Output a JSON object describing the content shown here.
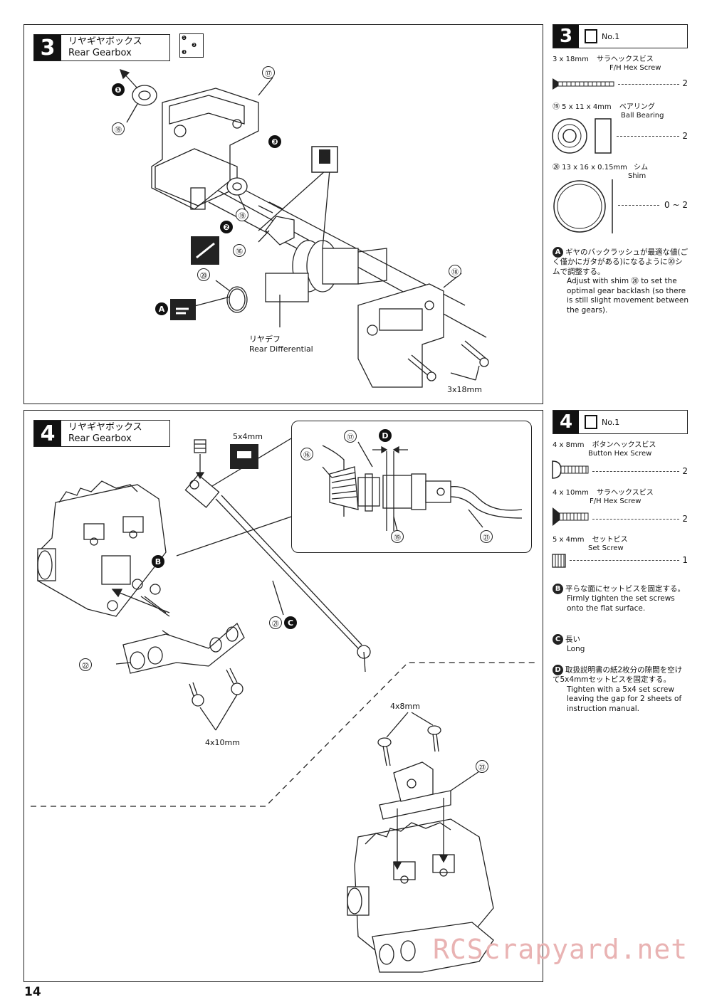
{
  "page_number": "14",
  "watermark": "RCScrapyard.net",
  "step3": {
    "number": "3",
    "title_jp": "リヤギヤボックス",
    "title_en": "Rear Gearbox",
    "sequence_badges": [
      "❶",
      "❷",
      "❸"
    ],
    "callouts": {
      "p17": "⑰",
      "p19a": "⑲",
      "p19b": "⑲",
      "p16": "⑯",
      "p20": "⑳",
      "p18": "⑱",
      "seq1": "❶",
      "seq2": "❷",
      "seq3": "❸",
      "noteA": "A"
    },
    "labels": {
      "rear_diff_jp": "リヤデフ",
      "rear_diff_en": "Rear Differential",
      "screw": "3x18mm"
    }
  },
  "step3_parts": {
    "number": "3",
    "bag": "No.1",
    "items": [
      {
        "size": "3 x 18mm",
        "name_jp": "サラヘックスビス",
        "name_en": "F/H Hex Screw",
        "qty": "2"
      },
      {
        "size": "⑲ 5 x 11 x 4mm",
        "name_jp": "ベアリング",
        "name_en": "Ball Bearing",
        "qty": "2"
      },
      {
        "size": "⑳ 13 x 16 x 0.15mm",
        "name_jp": "シム",
        "name_en": "Shim",
        "qty": "0 ~ 2"
      }
    ],
    "note_A": {
      "badge": "A",
      "jp": "ギヤのバックラッシュが最適な値(ごく僅かにガタがある)になるように⑳シムで調整する。",
      "en": "Adjust with shim ⑳ to set the optimal gear backlash (so there is still slight movement between the gears)."
    }
  },
  "step4": {
    "number": "4",
    "title_jp": "リヤギヤボックス",
    "title_en": "Rear Gearbox",
    "callouts": {
      "p16": "⑯",
      "p17": "⑰",
      "p19": "⑲",
      "p21a": "㉑",
      "p21b": "㉑",
      "p22": "㉒",
      "p23": "㉓",
      "noteB": "B",
      "noteC": "C",
      "noteD": "D"
    },
    "labels": {
      "setscrew": "5x4mm",
      "screw_4x10": "4x10mm",
      "screw_4x8": "4x8mm"
    }
  },
  "step4_parts": {
    "number": "4",
    "bag": "No.1",
    "items": [
      {
        "size": "4 x 8mm",
        "name_jp": "ボタンヘックスビス",
        "name_en": "Button Hex Screw",
        "qty": "2"
      },
      {
        "size": "4 x 10mm",
        "name_jp": "サラヘックスビス",
        "name_en": "F/H Hex Screw",
        "qty": "2"
      },
      {
        "size": "5 x 4mm",
        "name_jp": "セットビス",
        "name_en": "Set Screw",
        "qty": "1"
      }
    ],
    "note_B": {
      "badge": "B",
      "jp": "平らな面にセットビスを固定する。",
      "en": "Firmly tighten the set screws onto the flat surface."
    },
    "note_C": {
      "badge": "C",
      "jp": "長い",
      "en": "Long"
    },
    "note_D": {
      "badge": "D",
      "jp": "取扱説明書の紙2枚分の隙間を空けて5x4mmセットビスを固定する。",
      "en": "Tighten with a 5x4 set screw leaving the gap for 2 sheets of instruction manual."
    }
  }
}
